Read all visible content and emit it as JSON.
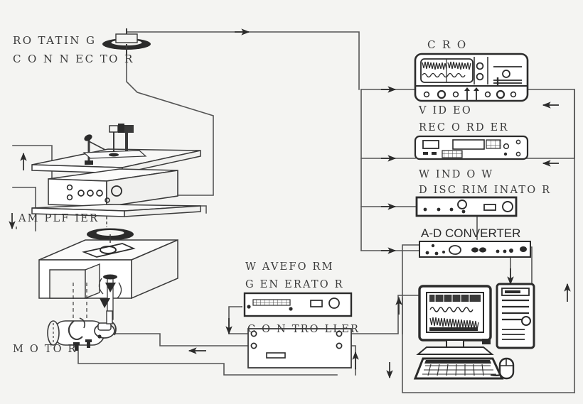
{
  "diagram": {
    "title": "Experimental setup block diagram",
    "labels": {
      "rotating_connector_line1": "RO TATIN G",
      "rotating_connector_line2": "C O N N EC TO R",
      "amplifier": "AM PLF IER",
      "motor": "M O TO R",
      "waveform_line1": "W AVEFO RM",
      "waveform_line2": "G EN ERATO R",
      "controller": "C O N TRO LLER",
      "cro": "C R O",
      "video_line1": "V ID EO",
      "video_line2": "REC O RD ER",
      "window_line1": "W IND O W",
      "window_line2": "D ISC RIM INATO R",
      "ad_converter": "A-D CONVERTER"
    },
    "components": [
      {
        "name": "rotating-connector",
        "type": "disc"
      },
      {
        "name": "amplifier",
        "type": "instrument-box"
      },
      {
        "name": "motor",
        "type": "cylinder"
      },
      {
        "name": "waveform-generator",
        "type": "instrument-panel"
      },
      {
        "name": "controller",
        "type": "instrument-panel"
      },
      {
        "name": "cro",
        "type": "oscilloscope"
      },
      {
        "name": "video-recorder",
        "type": "instrument-panel"
      },
      {
        "name": "window-discriminator",
        "type": "instrument-panel"
      },
      {
        "name": "ad-converter",
        "type": "instrument-panel"
      },
      {
        "name": "computer",
        "type": "workstation"
      }
    ],
    "signal_arrows": [
      {
        "name": "arrow-top-right",
        "direction": "right"
      },
      {
        "name": "arrow-to-cro",
        "direction": "right"
      },
      {
        "name": "arrow-to-video-recorder",
        "direction": "right"
      },
      {
        "name": "arrow-to-window-discriminator",
        "direction": "right"
      },
      {
        "name": "arrow-to-ad-converter",
        "direction": "right"
      },
      {
        "name": "arrow-return-cro",
        "direction": "left"
      },
      {
        "name": "arrow-return-video",
        "direction": "left"
      },
      {
        "name": "arrow-amplifier-in",
        "direction": "up"
      },
      {
        "name": "arrow-amplifier-out",
        "direction": "down"
      },
      {
        "name": "arrow-stage-down",
        "direction": "down"
      },
      {
        "name": "arrow-waveform-down",
        "direction": "down"
      },
      {
        "name": "arrow-controller-in",
        "direction": "left"
      },
      {
        "name": "arrow-controller-up",
        "direction": "up"
      },
      {
        "name": "arrow-ad-to-computer",
        "direction": "down"
      },
      {
        "name": "arrow-computer-down",
        "direction": "down"
      },
      {
        "name": "arrow-right-bus-up",
        "direction": "up"
      },
      {
        "name": "arrow-controller-feedback-up",
        "direction": "up"
      }
    ],
    "colors": {
      "ink": "#3a3a3a",
      "dark_ink": "#2b2b2b",
      "wire": "#555555",
      "background": "#f4f4f2"
    }
  }
}
